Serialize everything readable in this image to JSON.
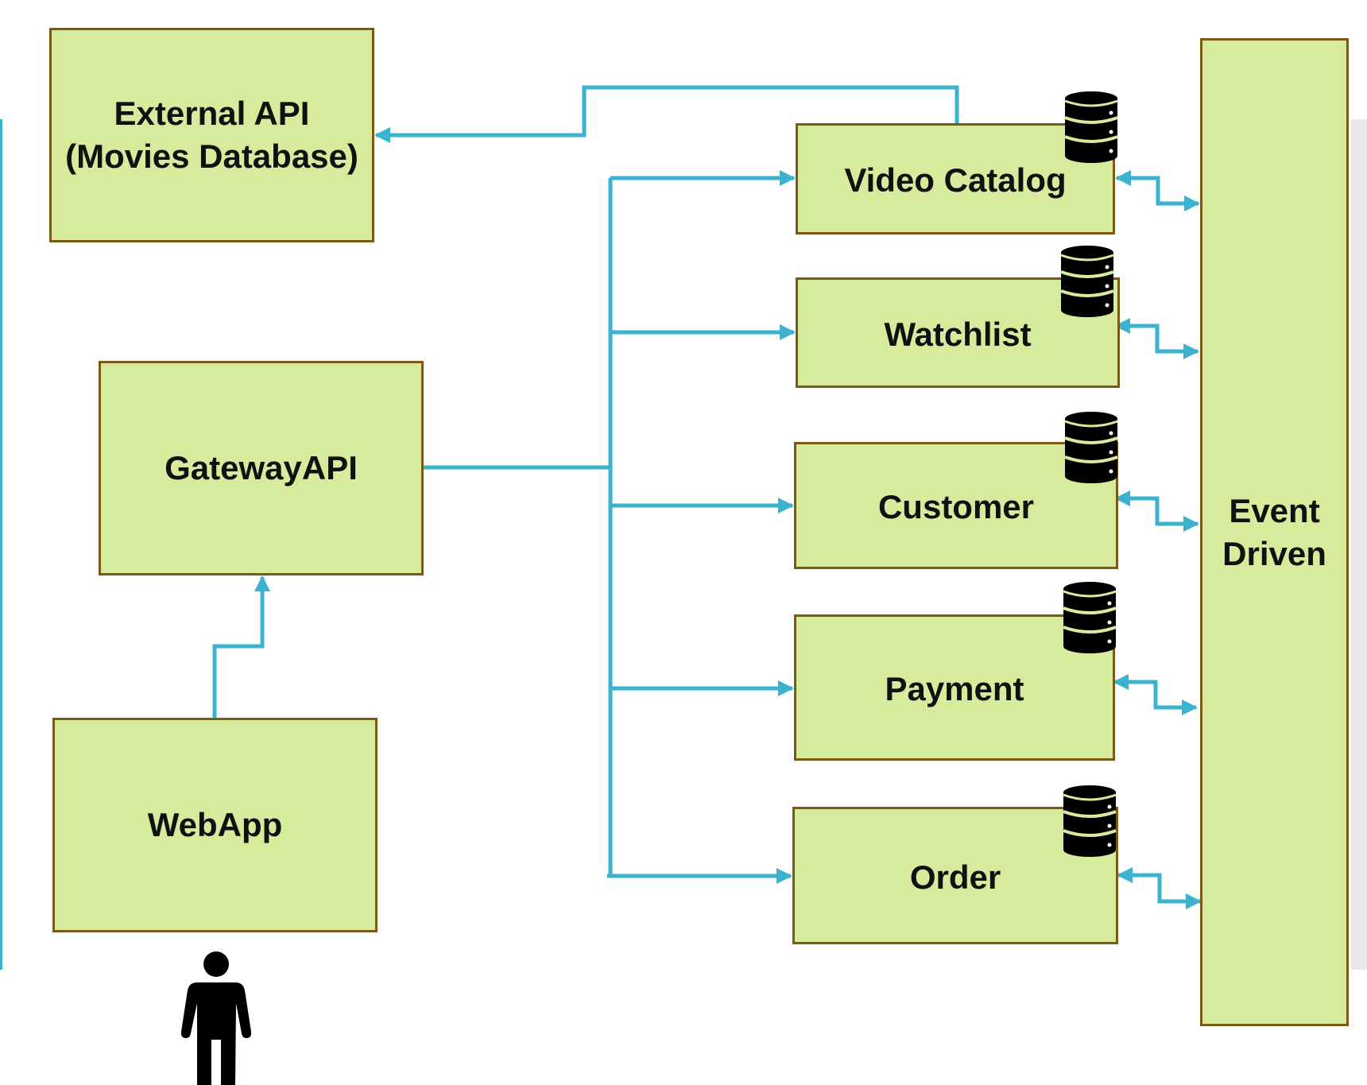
{
  "nodes": {
    "external_api": "External API\n(Movies Database)",
    "gateway": "GatewayAPI",
    "webapp": "WebApp",
    "video_catalog": "Video Catalog",
    "watchlist": "Watchlist",
    "customer": "Customer",
    "payment": "Payment",
    "order": "Order",
    "event_bus": "Event\nDriven"
  },
  "icons": {
    "database": "database-icon",
    "user": "user-icon"
  },
  "colors": {
    "box_fill": "#d7eb9d",
    "box_border": "#7a5a14",
    "connector": "#3bb3cf",
    "database": "#000000",
    "database_stripe": "#d7eb9d"
  },
  "edges": [
    {
      "from": "webapp",
      "to": "gateway",
      "direction": "forward"
    },
    {
      "from": "gateway",
      "to": "video_catalog",
      "direction": "forward"
    },
    {
      "from": "gateway",
      "to": "watchlist",
      "direction": "forward"
    },
    {
      "from": "gateway",
      "to": "customer",
      "direction": "forward"
    },
    {
      "from": "gateway",
      "to": "payment",
      "direction": "forward"
    },
    {
      "from": "gateway",
      "to": "order",
      "direction": "forward"
    },
    {
      "from": "video_catalog",
      "to": "external_api",
      "direction": "forward"
    },
    {
      "from": "video_catalog",
      "to": "event_bus",
      "direction": "both"
    },
    {
      "from": "watchlist",
      "to": "event_bus",
      "direction": "both"
    },
    {
      "from": "customer",
      "to": "event_bus",
      "direction": "both"
    },
    {
      "from": "payment",
      "to": "event_bus",
      "direction": "both"
    },
    {
      "from": "order",
      "to": "event_bus",
      "direction": "both"
    }
  ]
}
